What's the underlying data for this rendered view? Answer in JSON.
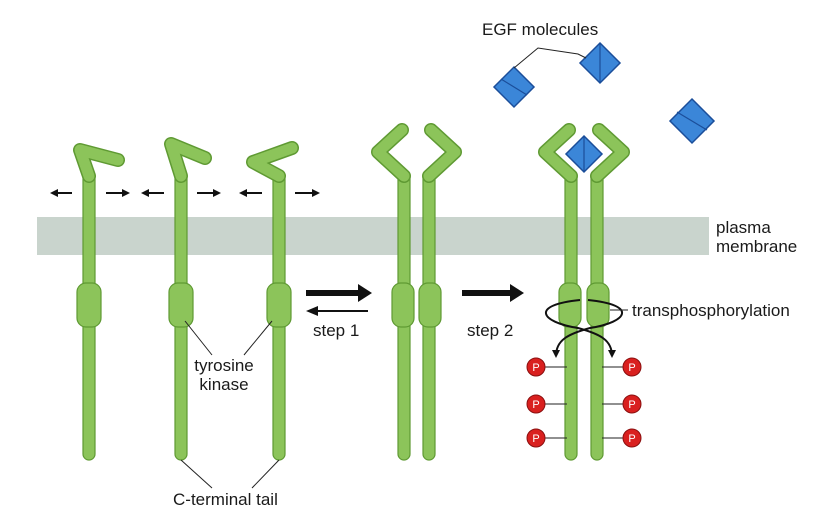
{
  "labels": {
    "egf_molecules": "EGF molecules",
    "plasma_membrane_line1": "plasma",
    "plasma_membrane_line2": "membrane",
    "step1": "step 1",
    "step2": "step 2",
    "transphosphorylation": "transphosphorylation",
    "tyrosine_kinase_line1": "tyrosine",
    "tyrosine_kinase_line2": "kinase",
    "c_terminal_tail": "C-terminal tail",
    "phosphate": "P"
  },
  "colors": {
    "receptor_fill": "#8cc45a",
    "receptor_stroke": "#5f9a33",
    "membrane": "#c9d4cd",
    "egf_fill": "#3b86d8",
    "egf_stroke": "#1b4e9a",
    "phosphate_fill": "#d9201f",
    "arrow": "#111111"
  },
  "icons": {
    "egf": "blue-diamond",
    "phosphate": "red-circle-P"
  }
}
